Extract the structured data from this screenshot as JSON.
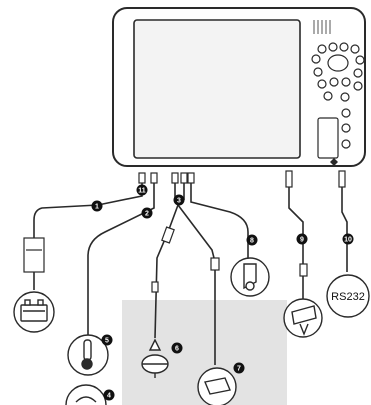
{
  "connectors": [
    {
      "id": "1"
    },
    {
      "id": "2"
    },
    {
      "id": "3"
    },
    {
      "id": "4"
    },
    {
      "id": "5"
    },
    {
      "id": "6"
    },
    {
      "id": "7"
    },
    {
      "id": "8"
    },
    {
      "id": "9"
    },
    {
      "id": "10"
    },
    {
      "id": "11"
    }
  ],
  "labels": {
    "serial_port": "RS232"
  },
  "colors": {
    "device_outline": "#2a2a2a",
    "screen_fill": "#f3f3f3",
    "cable": "#2a2a2a",
    "shaded_region": "#e3e3e3",
    "badge": "#111111"
  }
}
